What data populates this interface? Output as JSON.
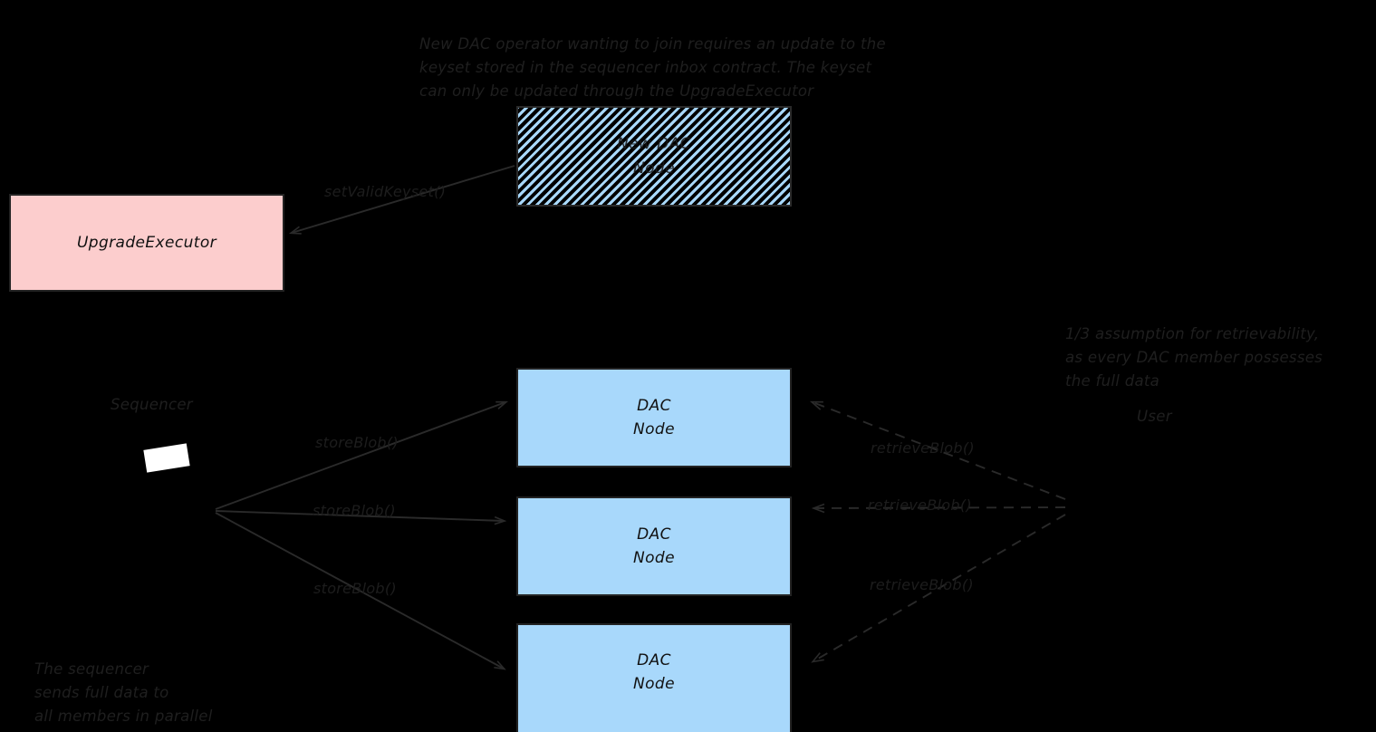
{
  "diagram": {
    "background_color": "#000000",
    "annotations": [
      {
        "id": "keyset-note",
        "text": "New DAC operator wanting to join requires an update to the\nkeyset stored in the sequencer inbox contract. The keyset\ncan only be updated through the UpgradeExecutor"
      },
      {
        "id": "retrievability-note",
        "text": "1/3 assumption for retrievability,\nas every DAC member possesses\nthe full data"
      },
      {
        "id": "sequencer-note",
        "text": "The sequencer\nsends full data to\nall members in parallel"
      }
    ],
    "nodes": [
      {
        "id": "new-dac-node",
        "label": "New DAC\nNode",
        "style": "hatched",
        "fill": "#a8d8fb",
        "border": "#2a2a2a"
      },
      {
        "id": "upgrade-executor",
        "label": "UpgradeExecutor",
        "style": "solid",
        "fill": "#fccdcd",
        "border": "#232323"
      },
      {
        "id": "dac-node-1",
        "label": "DAC\nNode",
        "style": "solid",
        "fill": "#a8d8fb",
        "border": "#232323"
      },
      {
        "id": "dac-node-2",
        "label": "DAC\nNode",
        "style": "solid",
        "fill": "#a8d8fb",
        "border": "#232323"
      },
      {
        "id": "dac-node-3",
        "label": "DAC\nNode",
        "style": "solid",
        "fill": "#a8d8fb",
        "border": "#232323"
      }
    ],
    "actors": [
      {
        "id": "sequencer",
        "label": "Sequencer"
      },
      {
        "id": "user",
        "label": "User"
      }
    ],
    "edges": [
      {
        "id": "set-valid-keyset",
        "label": "setValidKeyset()",
        "line": "solid",
        "from": "new-dac-node",
        "to": "upgrade-executor"
      },
      {
        "id": "store-blob-1",
        "label": "storeBlob()",
        "line": "solid",
        "from": "sequencer",
        "to": "dac-node-1"
      },
      {
        "id": "store-blob-2",
        "label": "storeBlob()",
        "line": "solid",
        "from": "sequencer",
        "to": "dac-node-2"
      },
      {
        "id": "store-blob-3",
        "label": "storeBlob()",
        "line": "solid",
        "from": "sequencer",
        "to": "dac-node-3"
      },
      {
        "id": "retrieve-blob-1",
        "label": "retrieveBlob()",
        "line": "dashed",
        "from": "user",
        "to": "dac-node-1"
      },
      {
        "id": "retrieve-blob-2",
        "label": "retrieveBlob()",
        "line": "dashed",
        "from": "user",
        "to": "dac-node-2"
      },
      {
        "id": "retrieve-blob-3",
        "label": "retrieveBlob()",
        "line": "dashed",
        "from": "user",
        "to": "dac-node-3"
      }
    ]
  }
}
